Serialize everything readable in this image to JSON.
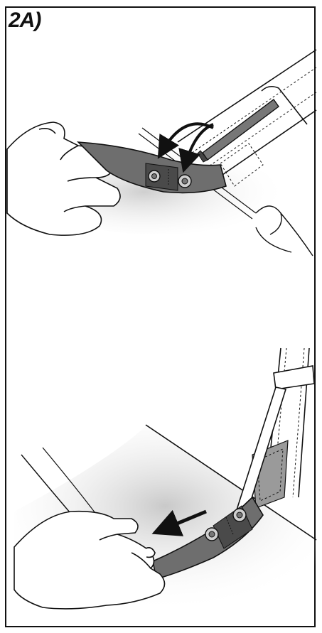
{
  "step_label": "2A)",
  "colors": {
    "outline": "#111111",
    "strap": "#6e6e6e",
    "strap_dark": "#4a4a4a",
    "shadow": "#d8d8d8",
    "arrow": "#111111"
  },
  "panels": [
    {
      "id": "top-panel",
      "icons": [
        "hand-icon",
        "strap-icon",
        "rod-icon",
        "rotate-arrow-icon",
        "sail-corner-icon"
      ]
    },
    {
      "id": "bottom-panel",
      "icons": [
        "hand-icon",
        "strap-icon",
        "batten-icon",
        "pull-arrow-icon",
        "boom-edge-icon"
      ]
    }
  ]
}
